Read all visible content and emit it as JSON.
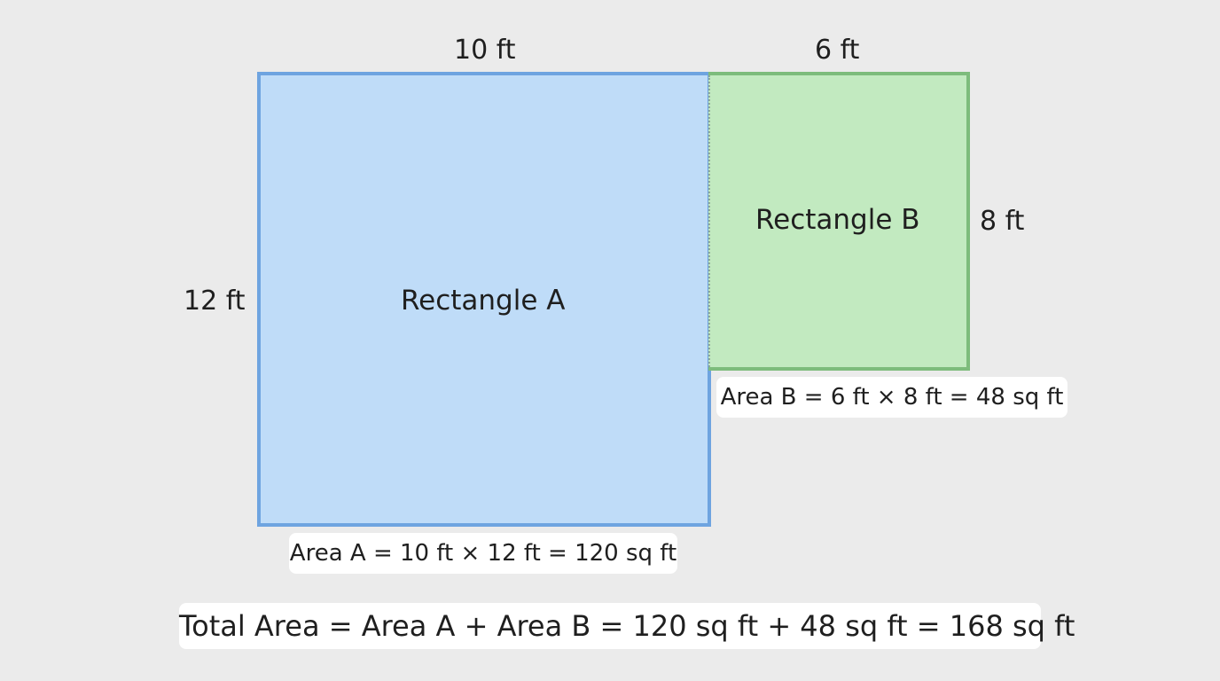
{
  "rectangle_a": {
    "label": "Rectangle A",
    "width_label": "10 ft",
    "height_label": "12 ft",
    "area_calc": "Area A = 10 ft × 12 ft = 120 sq ft",
    "fill_color": "#bfdcf8",
    "border_color": "#6ea4e0"
  },
  "rectangle_b": {
    "label": "Rectangle B",
    "width_label": "6 ft",
    "height_label": "8 ft",
    "area_calc": "Area B = 6 ft × 8 ft = 48 sq ft",
    "fill_color": "#c2eac0",
    "border_color": "#7dbc7c"
  },
  "total": {
    "calc": "Total Area = Area A + Area B = 120 sq ft + 48 sq ft = 168 sq ft"
  }
}
